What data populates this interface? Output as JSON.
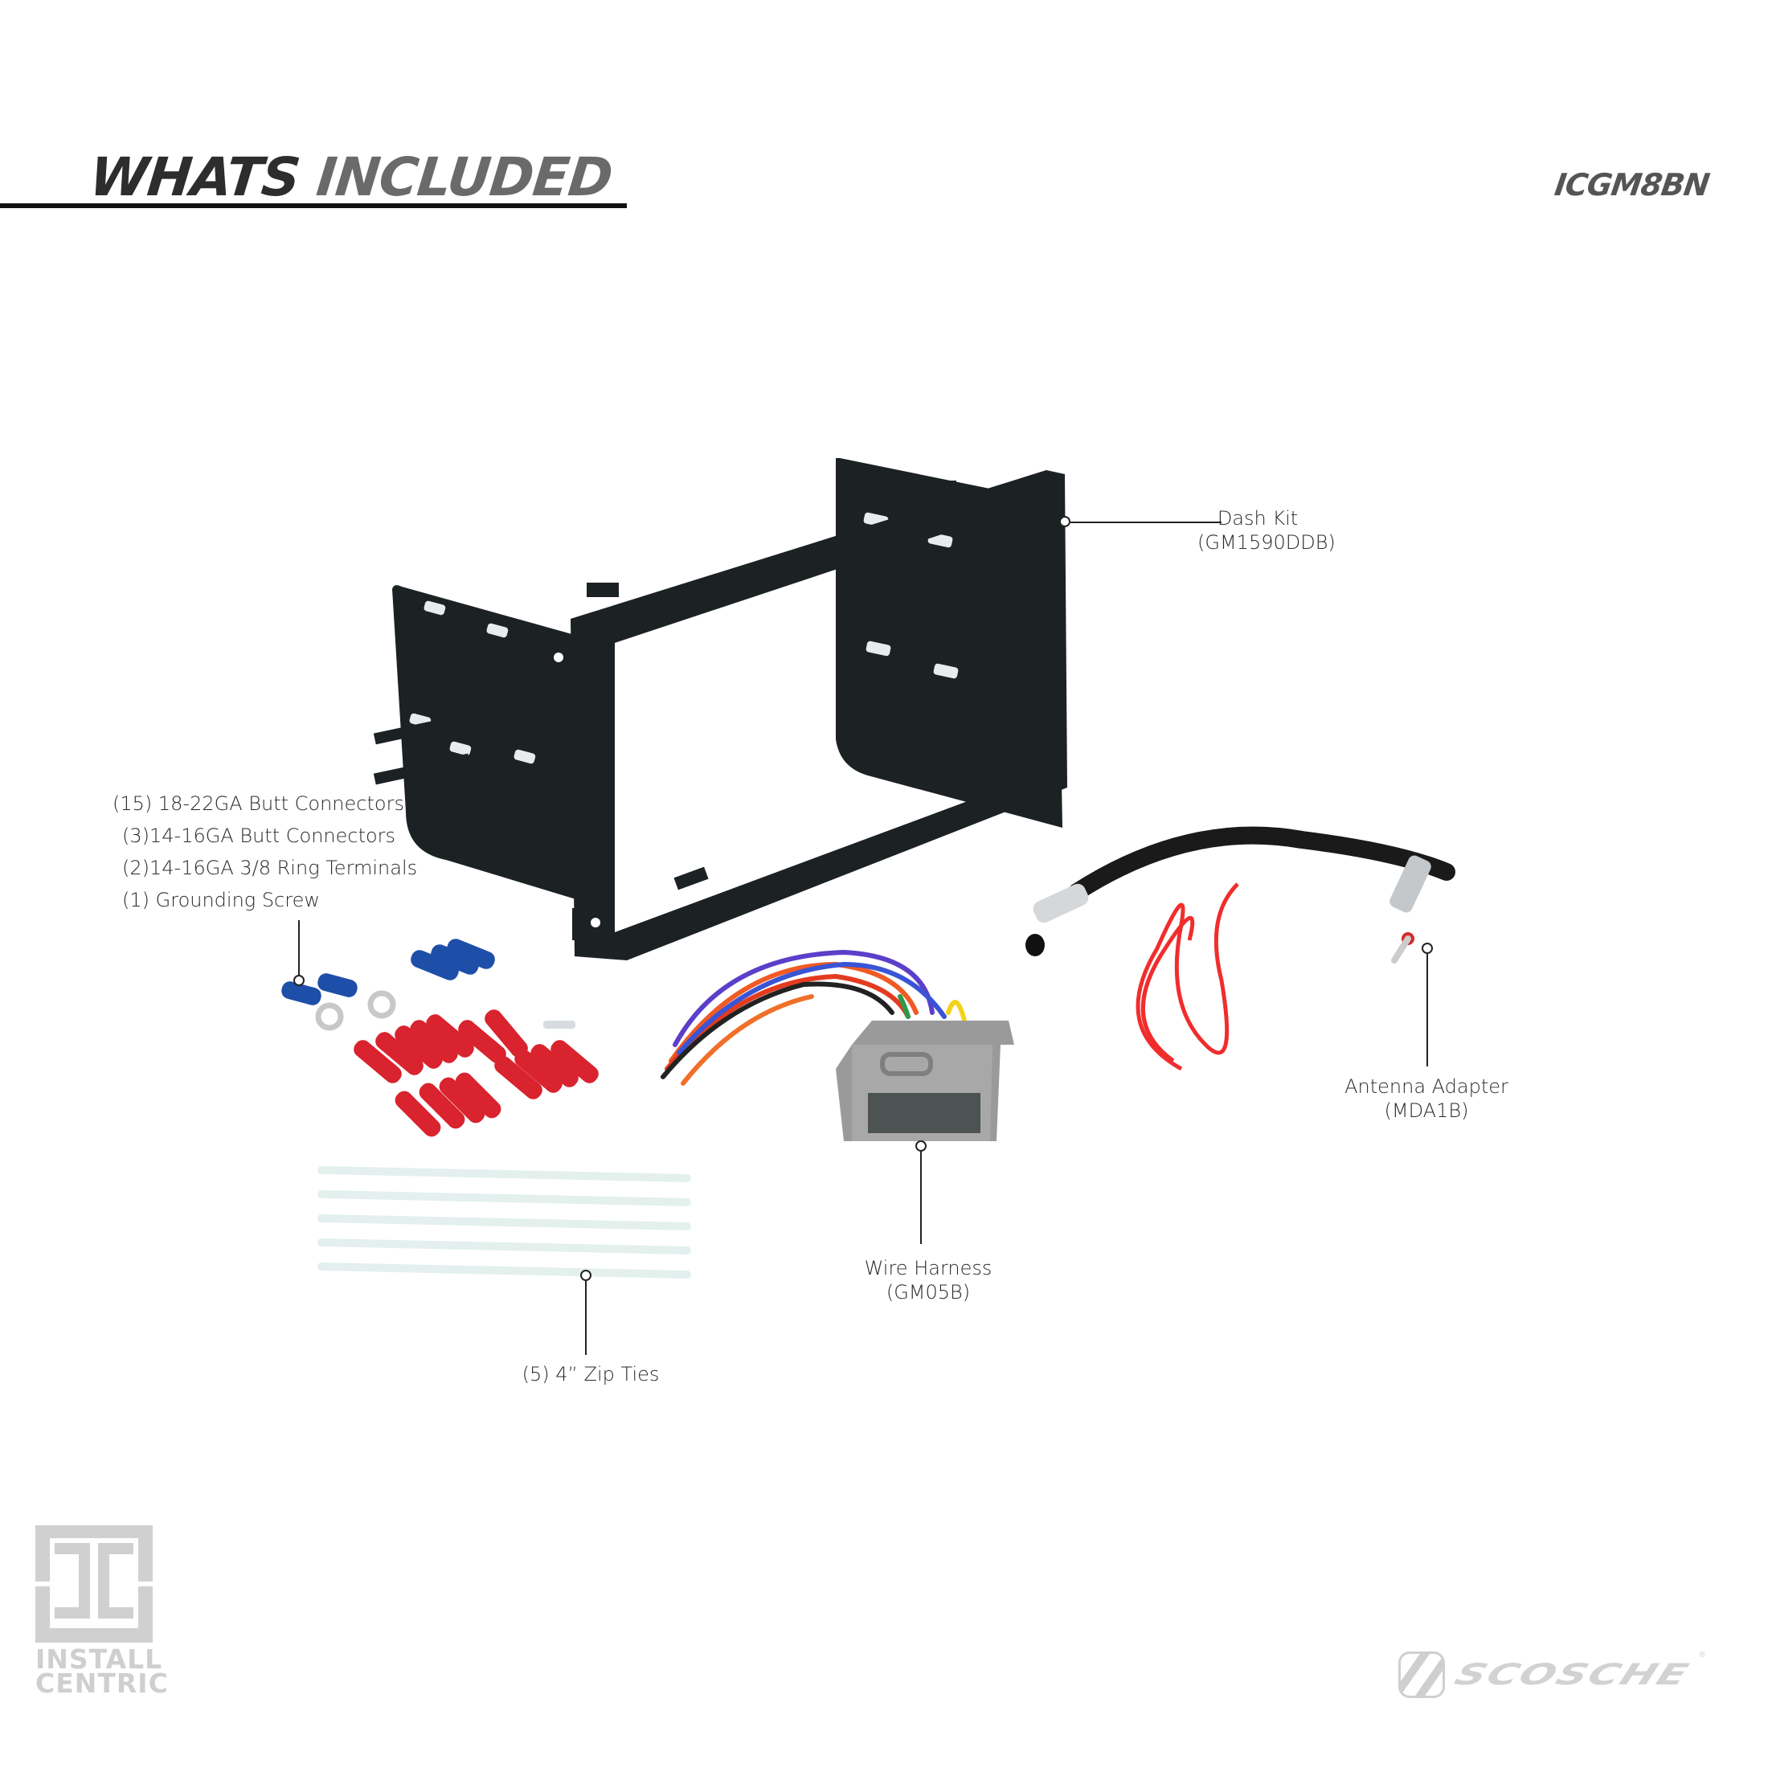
{
  "header": {
    "title_part1": "WHATS",
    "title_part2": "INCLUDED",
    "sku": "ICGM8BN"
  },
  "items": {
    "dash_kit": {
      "name": "Dash Kit",
      "part": "(GM1590DDB)"
    },
    "connectors": [
      "(15) 18-22GA Butt Connectors",
      "(3)14-16GA Butt Connectors",
      "(2)14-16GA 3/8 Ring Terminals",
      "(1) Grounding Screw"
    ],
    "antenna_adapter": {
      "name": "Antenna Adapter",
      "part": "(MDA1B)"
    },
    "wire_harness": {
      "name": "Wire Harness",
      "part": "(GM05B)"
    },
    "zip_ties": {
      "name": "(5) 4” Zip Ties"
    }
  },
  "logos": {
    "install_centric": {
      "line1": "INSTALL",
      "line2": "CENTRIC"
    },
    "brand": {
      "name": "SCOSCHE",
      "mark": "®"
    }
  },
  "colors": {
    "title_dark": "#2d2d2d",
    "title_light": "#6a6a6a",
    "dash_kit": "#1c2224",
    "connector_red": "#d9232e",
    "connector_blue": "#1e4fa8",
    "harness_gray": "#9a9a9a",
    "logo_gray": "#cfcfcf"
  }
}
